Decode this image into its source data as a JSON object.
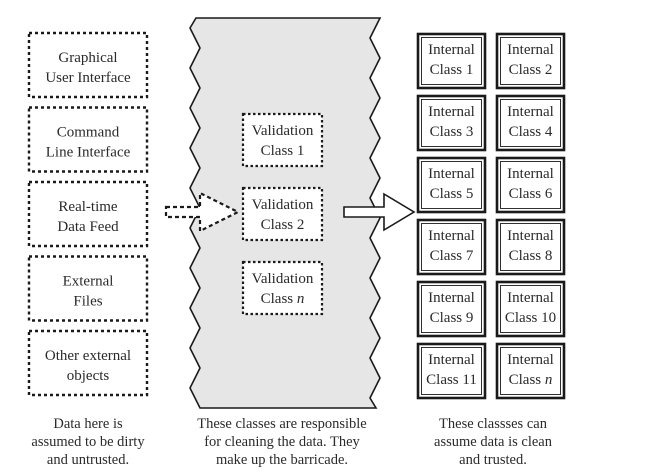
{
  "sources": [
    {
      "lines": [
        "Graphical",
        "User Interface"
      ]
    },
    {
      "lines": [
        "Command",
        "Line Interface"
      ]
    },
    {
      "lines": [
        "Real-time",
        "Data Feed"
      ]
    },
    {
      "lines": [
        "External",
        "Files"
      ]
    },
    {
      "lines": [
        "Other external",
        "objects"
      ]
    }
  ],
  "validation": [
    {
      "lines": [
        "Validation",
        "Class 1"
      ]
    },
    {
      "lines": [
        "Validation",
        "Class 2"
      ]
    },
    {
      "lines": [
        "Validation",
        "Class n"
      ]
    }
  ],
  "internal": [
    {
      "lines": [
        "Internal",
        "Class 1"
      ]
    },
    {
      "lines": [
        "Internal",
        "Class 2"
      ]
    },
    {
      "lines": [
        "Internal",
        "Class 3"
      ]
    },
    {
      "lines": [
        "Internal",
        "Class 4"
      ]
    },
    {
      "lines": [
        "Internal",
        "Class 5"
      ]
    },
    {
      "lines": [
        "Internal",
        "Class 6"
      ]
    },
    {
      "lines": [
        "Internal",
        "Class 7"
      ]
    },
    {
      "lines": [
        "Internal",
        "Class 8"
      ]
    },
    {
      "lines": [
        "Internal",
        "Class 9"
      ]
    },
    {
      "lines": [
        "Internal",
        "Class 10"
      ]
    },
    {
      "lines": [
        "Internal",
        "Class 11"
      ]
    },
    {
      "lines": [
        "Internal",
        "Class n"
      ]
    }
  ],
  "captions": {
    "left": [
      "Data here is",
      "assumed to be dirty",
      "and untrusted."
    ],
    "middle": [
      "These classes are responsible",
      "for cleaning the data. They",
      "make up the barricade."
    ],
    "right": [
      "These classses can",
      "assume data is clean",
      "and trusted."
    ]
  },
  "colors": {
    "barricade_fill": "#e6e6e6",
    "stroke": "#1a1a1a"
  }
}
